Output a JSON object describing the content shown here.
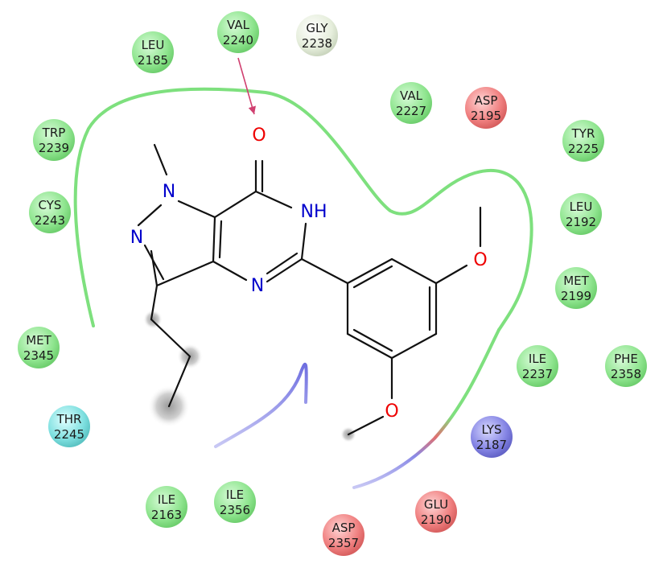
{
  "diagram": {
    "colors": {
      "green": "#8fe58f",
      "lightgreen": "#e8f0e0",
      "red": "#f08080",
      "blue": "#8080e0",
      "cyan": "#7fe0e0",
      "pocket": "#7ee07e",
      "hbond": "#d04070",
      "bond": "#111111",
      "heteroatom": "#0000cc",
      "oxygen": "#ee0000"
    },
    "residues": [
      {
        "name": "VAL",
        "num": "2240",
        "color": "green"
      },
      {
        "name": "GLY",
        "num": "2238",
        "color": "lightgreen"
      },
      {
        "name": "LEU",
        "num": "2185",
        "color": "green"
      },
      {
        "name": "VAL",
        "num": "2227",
        "color": "green"
      },
      {
        "name": "ASP",
        "num": "2195",
        "color": "red"
      },
      {
        "name": "TRP",
        "num": "2239",
        "color": "green"
      },
      {
        "name": "TYR",
        "num": "2225",
        "color": "green"
      },
      {
        "name": "CYS",
        "num": "2243",
        "color": "green"
      },
      {
        "name": "LEU",
        "num": "2192",
        "color": "green"
      },
      {
        "name": "MET",
        "num": "2199",
        "color": "green"
      },
      {
        "name": "MET",
        "num": "2345",
        "color": "green"
      },
      {
        "name": "ILE",
        "num": "2237",
        "color": "green"
      },
      {
        "name": "PHE",
        "num": "2358",
        "color": "green"
      },
      {
        "name": "THR",
        "num": "2245",
        "color": "cyan"
      },
      {
        "name": "LYS",
        "num": "2187",
        "color": "blue"
      },
      {
        "name": "ILE",
        "num": "2163",
        "color": "green"
      },
      {
        "name": "ILE",
        "num": "2356",
        "color": "green"
      },
      {
        "name": "GLU",
        "num": "2190",
        "color": "red"
      },
      {
        "name": "ASP",
        "num": "2357",
        "color": "red"
      }
    ],
    "atoms": {
      "o_carbonyl": "O",
      "nh": "NH",
      "n1": "N",
      "n2": "N",
      "n3": "N",
      "o_methoxy1": "O",
      "o_methoxy2": "O"
    }
  }
}
